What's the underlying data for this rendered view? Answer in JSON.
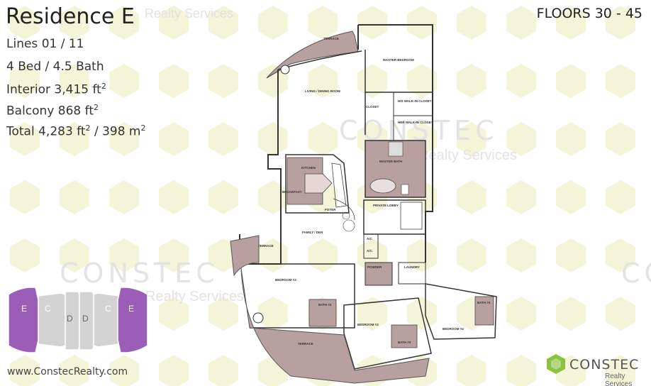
{
  "header": {
    "title": "Residence E",
    "realty_watermark": "Realty Services",
    "floors": "FLOORS 30 - 45"
  },
  "specs": {
    "lines_label": "Lines ",
    "lines_value": "01 / 11",
    "beds_baths": "4 Bed / 4.5 Bath",
    "interior_label": "Interior ",
    "interior_value": "3,415 ft",
    "balcony_label": "Balcony ",
    "balcony_value": "868 ft",
    "total_label": "Total ",
    "total_value": "4,283 ft",
    "total_m": " / 398 m",
    "superscript": "2"
  },
  "watermarks": {
    "constec": "CONSTEC",
    "realty": "Realty Services"
  },
  "keyplan": {
    "units": [
      "E",
      "C",
      "D",
      "D",
      "C",
      "E"
    ]
  },
  "plan_labels": {
    "terrace_top": "TERRACE",
    "master_bedroom": "MASTER BEDROOM",
    "living_dining": "LIVING / DINING ROOM",
    "his_closet": "HIS WALK-IN CLOSET",
    "her_closet": "HER WALK-IN CLOSET",
    "kitchen": "KITCHEN",
    "breakfast": "BREAKFAST",
    "master_bath": "MASTER BATH",
    "foyer": "FOYER",
    "private_lobby": "PRIVATE LOBBY",
    "family_den": "FAMILY / DEN",
    "terrace_left": "TERRACE",
    "bedroom2": "BEDROOM #2",
    "bath2": "BATH #2",
    "powder": "POWDER",
    "laundry": "LAUNDRY",
    "bedroom3": "BEDROOM #3",
    "bath3": "BATH #3",
    "bedroom4": "BEDROOM #4",
    "bath4": "BATH #4",
    "terrace_bottom": "TERRACE",
    "ac1": "A/C",
    "ac2": "A/C",
    "closet": "CLOSET"
  },
  "footer": {
    "website": "www.ConstecRealty.com",
    "logo_name": "CONSTEC",
    "logo_sub": "Realty Services"
  },
  "colors": {
    "terrace_fill": "#b9a0a0",
    "room_fill": "#b9a0a0",
    "hex_pattern": "#f3f3d2",
    "accent_green": "#8bc23f",
    "keyplan_active": "#9b5db5",
    "keyplan_inactive": "#d3d3d3"
  }
}
